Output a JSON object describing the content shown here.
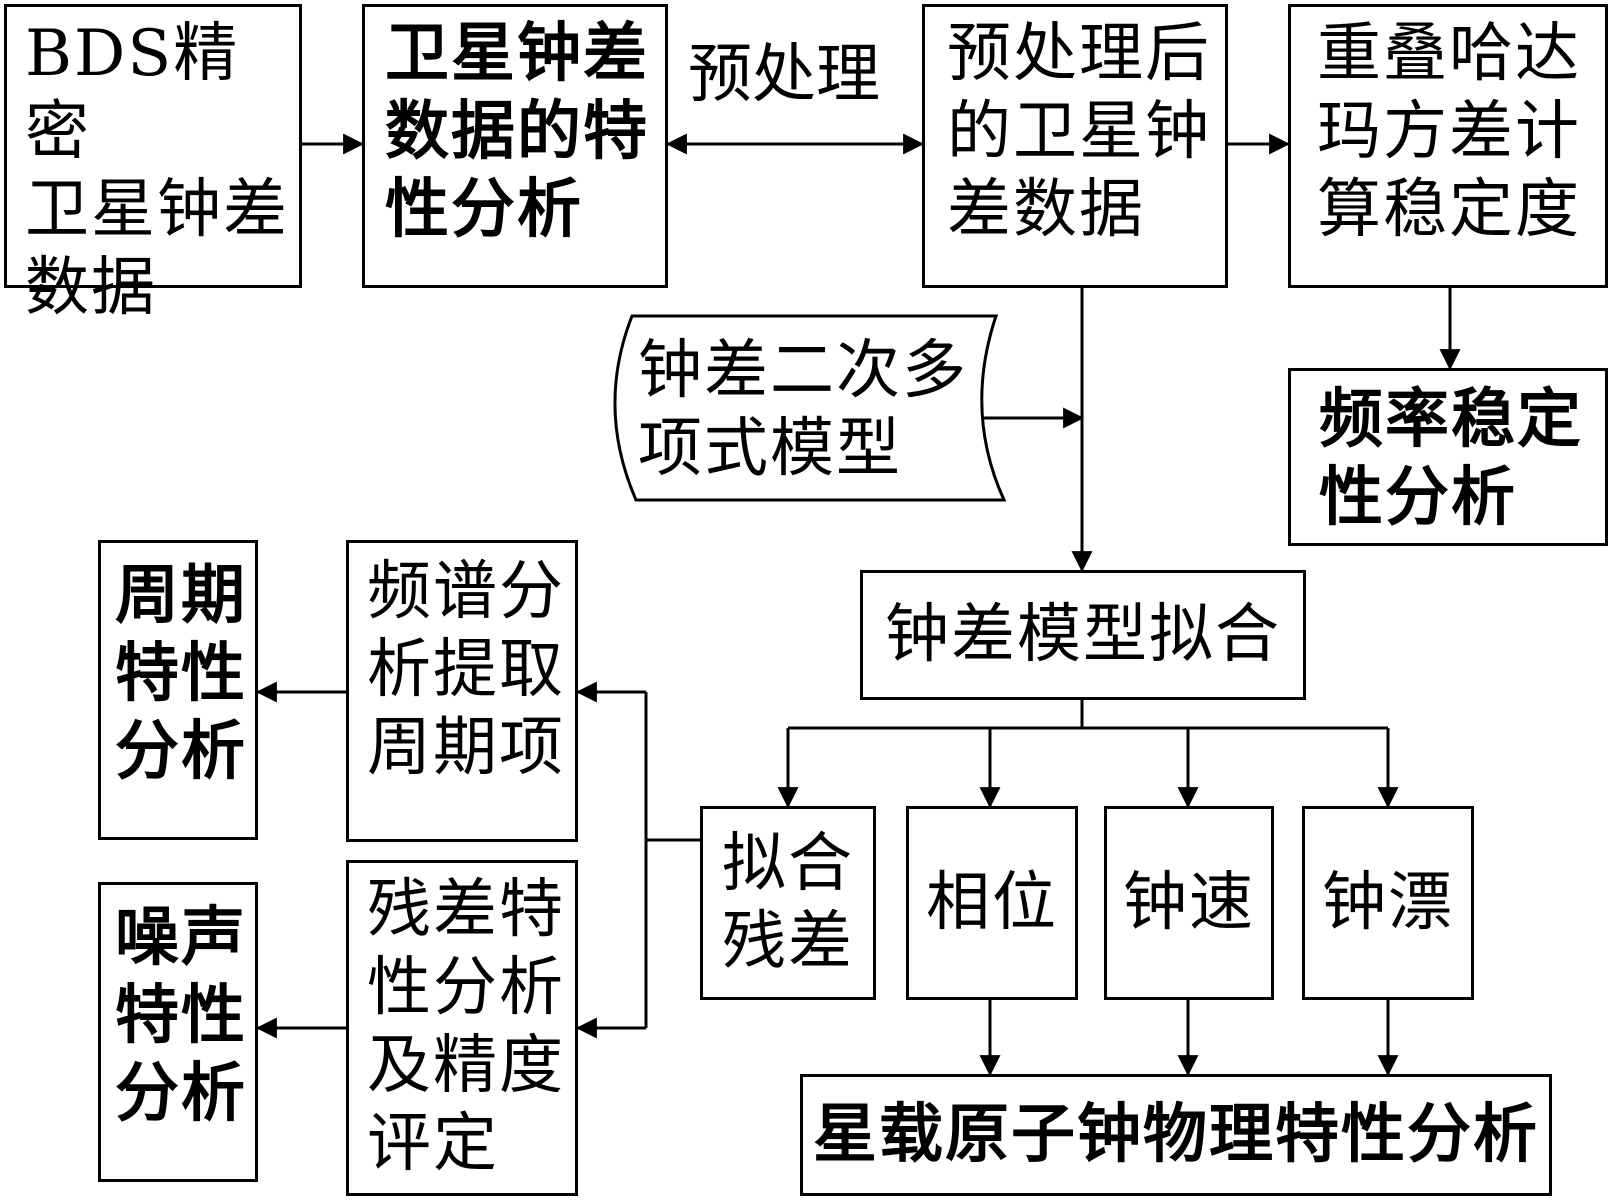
{
  "boxes": {
    "bds_data": "BDS精密\n卫星钟差\n数据",
    "char_analysis": "卫星钟差\n数据的特\n性分析",
    "preprocessed": "预处理后\n的卫星钟\n差数据",
    "hadamard": "重叠哈达\n玛方差计\n算稳定度",
    "freq_stability": "频率稳定\n性分析",
    "poly_model": "钟差二次多\n项式模型",
    "model_fit": "钟差模型拟合",
    "fit_residual": "拟合\n残差",
    "phase": "相位",
    "clock_rate": "钟速",
    "clock_drift": "钟漂",
    "physical_analysis": "星载原子钟物理特性分析",
    "spectrum": "频谱分\n析提取\n周期项",
    "residual_analysis": "残差特\n性分析\n及精度\n评定",
    "periodic": "周期\n特性\n分析",
    "noise": "噪声\n特性\n分析"
  },
  "labels": {
    "preprocess": "预处理"
  }
}
